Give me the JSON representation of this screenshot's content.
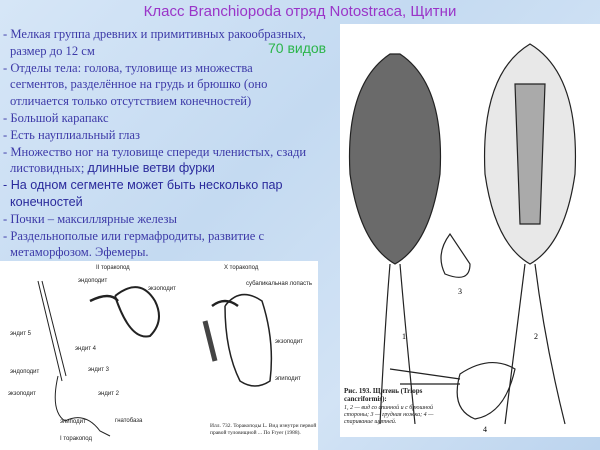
{
  "title": "Класс Branchiopoda отряд Notostraca, Щитни",
  "species_count": "70 видов",
  "bullets": [
    [
      "- Мелкая группа древних и примитивных ракообразных,",
      "размер до 12 см"
    ],
    [
      "- Отделы тела: голова, туловище из множества",
      "сегментов, разделённое на грудь и брюшко (оно",
      "отличается только отсутствием конечностей)"
    ],
    [
      "- Большой карапакс"
    ],
    [
      "- Есть науплиальный глаз"
    ],
    [
      "- Множество ног на туловище спереди членистых, сзади",
      "листовидных;",
      "длинные ветви фурки"
    ],
    [
      "- На одном сегменте может быть несколько пар",
      "конечностей"
    ],
    [
      "- Почки – максиллярные железы"
    ],
    [
      "- Раздельнополые или гермафродиты, развитие с",
      "метаморфозом. Эфемеры."
    ]
  ],
  "figure_right": {
    "numbers": [
      "1",
      "2",
      "3",
      "4"
    ],
    "caption_title": "Рис. 193. Щитень (Triops cancriformis):",
    "caption_body": "1, 2 — вид со спинной и с брюшной стороны; 3 — грудная ножка; 4 — спаривание щитней."
  },
  "figure_left": {
    "labels": {
      "t1": "I торакопод",
      "t2": "II торакопод",
      "t10": "X торакопод",
      "endopodit": "эндоподит",
      "exopodit": "экзоподит",
      "epipodit": "эпиподит",
      "gnatobaza": "гнатобаза",
      "endit5": "эндит 5",
      "endit4": "эндит 4",
      "endit3": "эндит 3",
      "endit2": "эндит 2",
      "subapical": "субапикальная лопасть"
    },
    "caption": "Илл. 732. Торакоподы L. Вид изнутри первой правой туловищной ... По Fryer (1988)."
  }
}
